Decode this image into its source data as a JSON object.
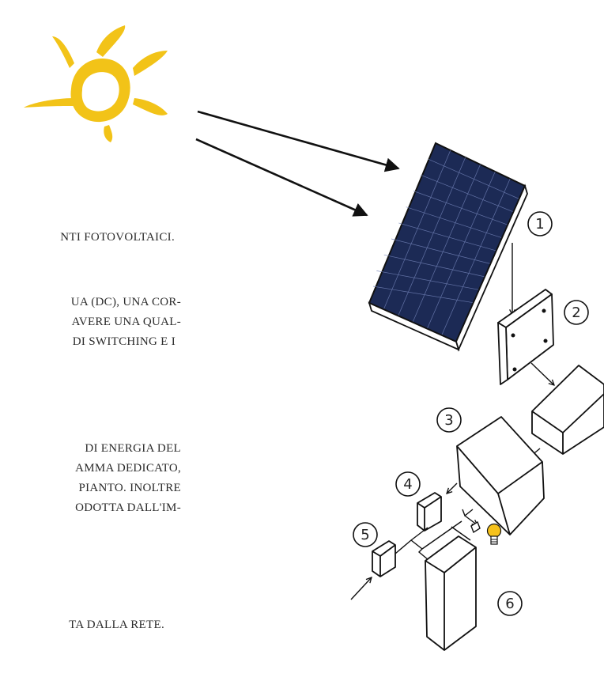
{
  "text_lines": [
    "NTI FOTOVOLTAICI.",
    "UA (DC), UNA COR-",
    "AVERE UNA QUAL-",
    "DI SWITCHING E I",
    "DI ENERGIA DEL",
    "AMMA DEDICATO,",
    "PIANTO. INOLTRE",
    "ODOTTA DALL'IM-",
    "TA DALLA RETE."
  ],
  "component_numbers": [
    "1",
    "2",
    "3",
    "4",
    "5",
    "6"
  ],
  "colors": {
    "sun": "#f2c318",
    "panel": "#1c2a55",
    "panel_grid": "#6f7fb4",
    "bulb": "#f6c21c",
    "ink": "#111111"
  },
  "icons": [
    "sun-icon",
    "solar-panel-icon",
    "light-bulb-icon"
  ]
}
